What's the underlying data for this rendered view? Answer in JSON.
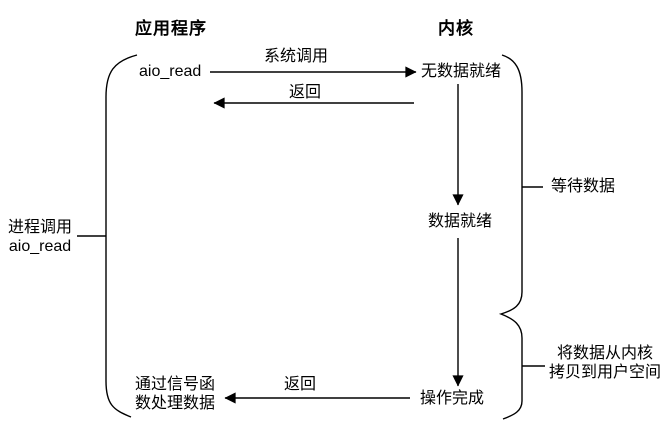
{
  "diagram": {
    "headers": {
      "application": "应用程序",
      "kernel": "内核"
    },
    "nodes": {
      "aio_read": "aio_read",
      "no_data_ready": "无数据就绪",
      "data_ready": "数据就绪",
      "operation_complete": "操作完成",
      "signal_handler": "通过信号函\n数处理数据"
    },
    "arrow_labels": {
      "system_call": "系统调用",
      "return_top": "返回",
      "return_bottom": "返回"
    },
    "side_labels": {
      "process_call": "进程调用\naio_read",
      "wait_for_data": "等待数据",
      "copy_to_user": "将数据从内核\n拷贝到用户空间"
    },
    "colors": {
      "background": "#ffffff",
      "line": "#000000",
      "text": "#000000"
    }
  }
}
